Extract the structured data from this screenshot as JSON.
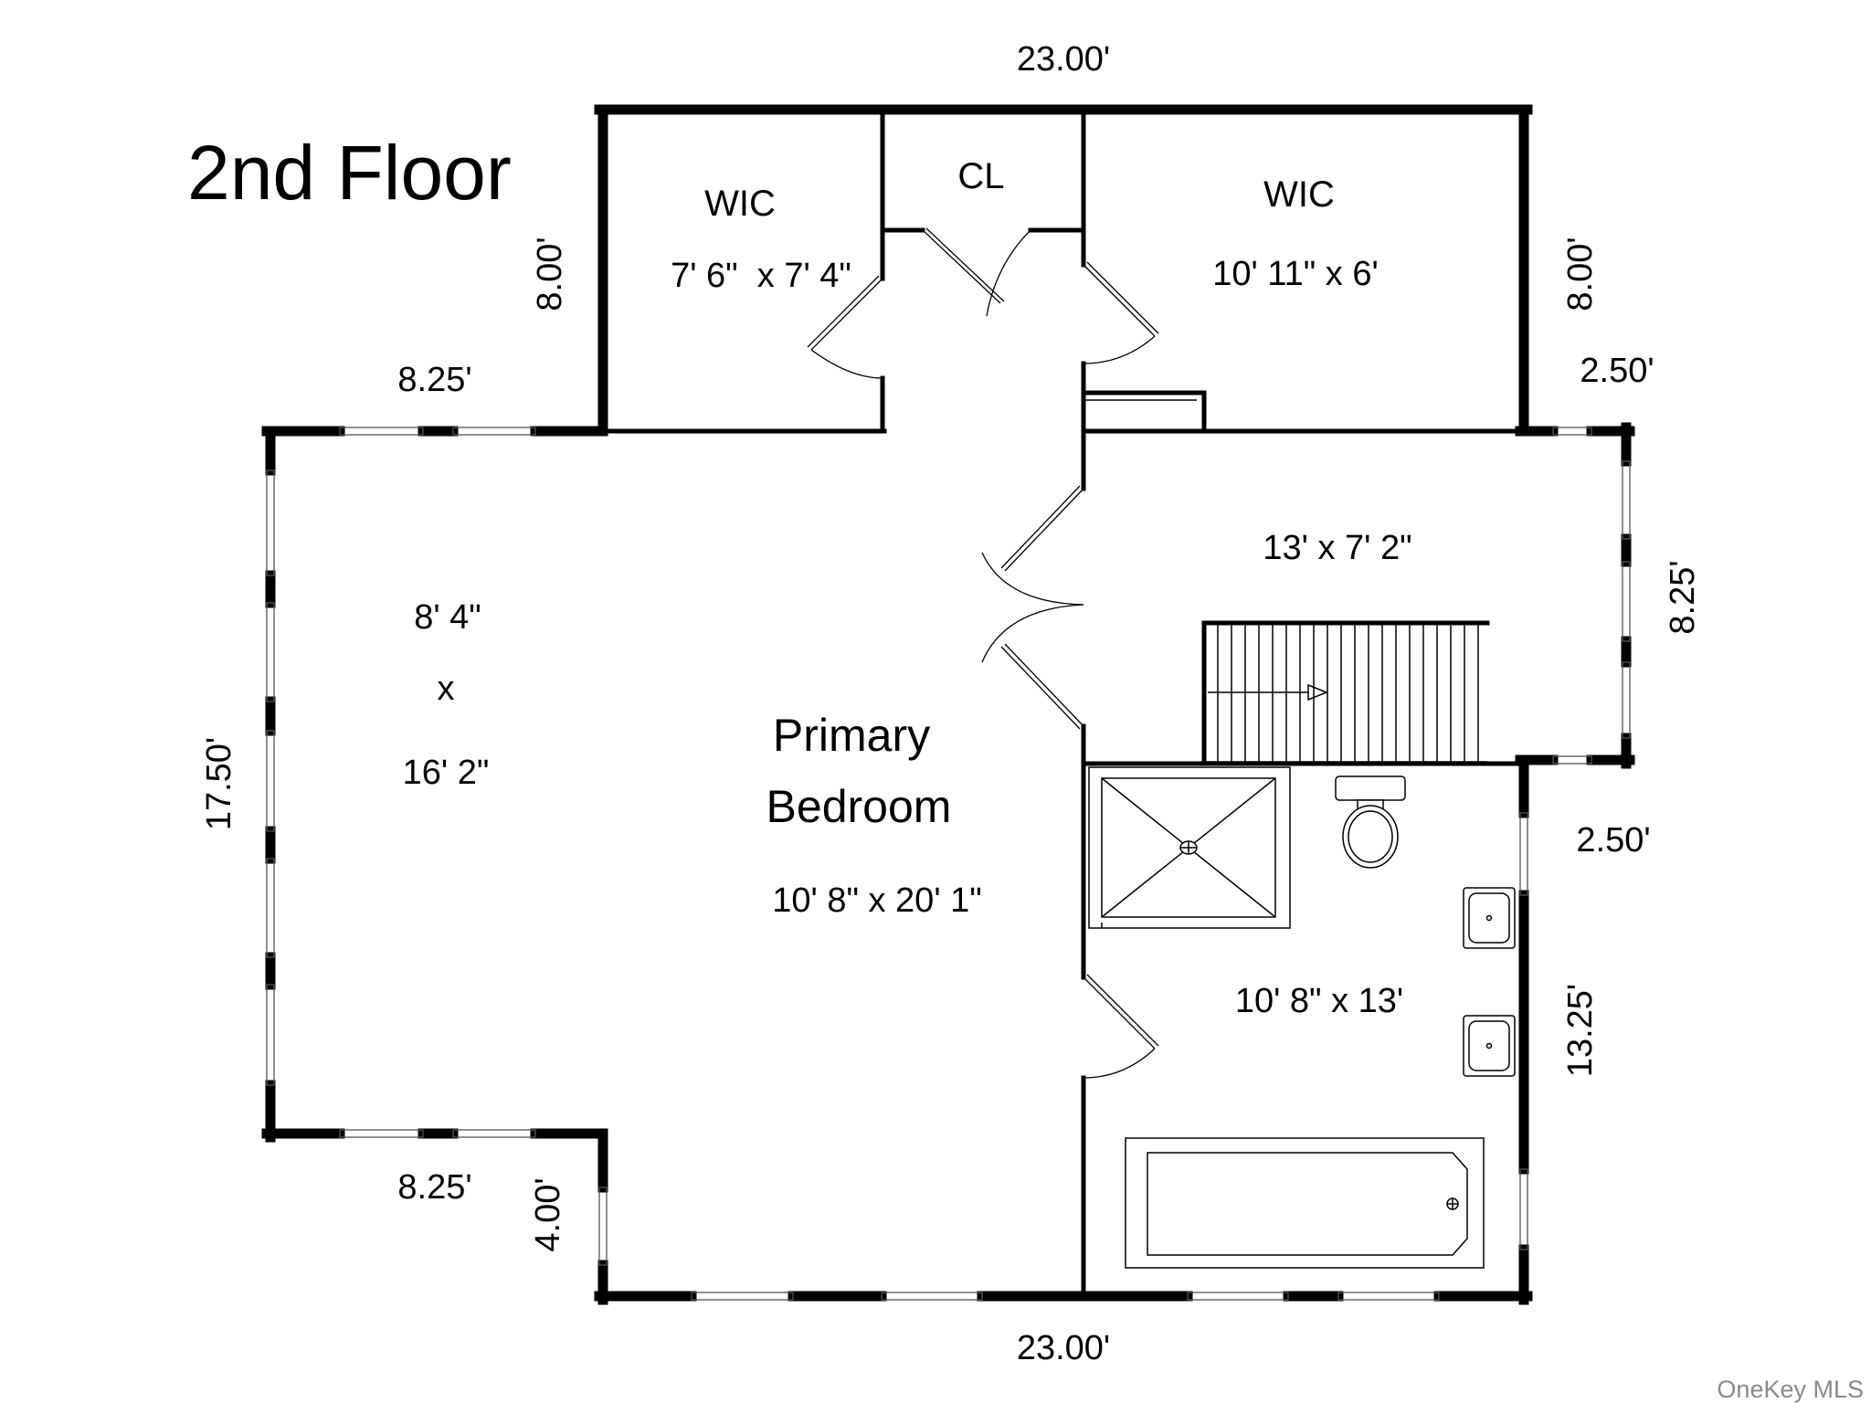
{
  "floor_title": "2nd Floor",
  "dimensions": {
    "top_width": "23.00'",
    "bottom_width": "23.00'",
    "left_wic_height": "8.00'",
    "right_wic_height": "8.00'",
    "upper_left_offset": "8.25'",
    "lower_left_offset": "8.25'",
    "left_height": "17.50'",
    "lower_left_step": "4.00'",
    "upper_right_step": "2.50'",
    "right_landing_height": "8.25'",
    "lower_right_step": "2.50'",
    "right_bath_height": "13.25'"
  },
  "rooms": {
    "wic_left": {
      "name": "WIC",
      "size": "7' 6\"  x 7' 4\""
    },
    "closet": {
      "name": "CL"
    },
    "wic_right": {
      "name": "WIC",
      "size": "10' 11\" x 6'"
    },
    "landing": {
      "size": "13' x 7' 2\""
    },
    "sitting": {
      "size_a": "8' 4\"",
      "size_x": "x",
      "size_b": "16' 2\""
    },
    "primary": {
      "name_line1": "Primary",
      "name_line2": "Bedroom",
      "size": "10' 8\" x 20' 1\""
    },
    "bath": {
      "size": "10' 8\" x 13'"
    }
  },
  "watermark": "OneKey MLS"
}
